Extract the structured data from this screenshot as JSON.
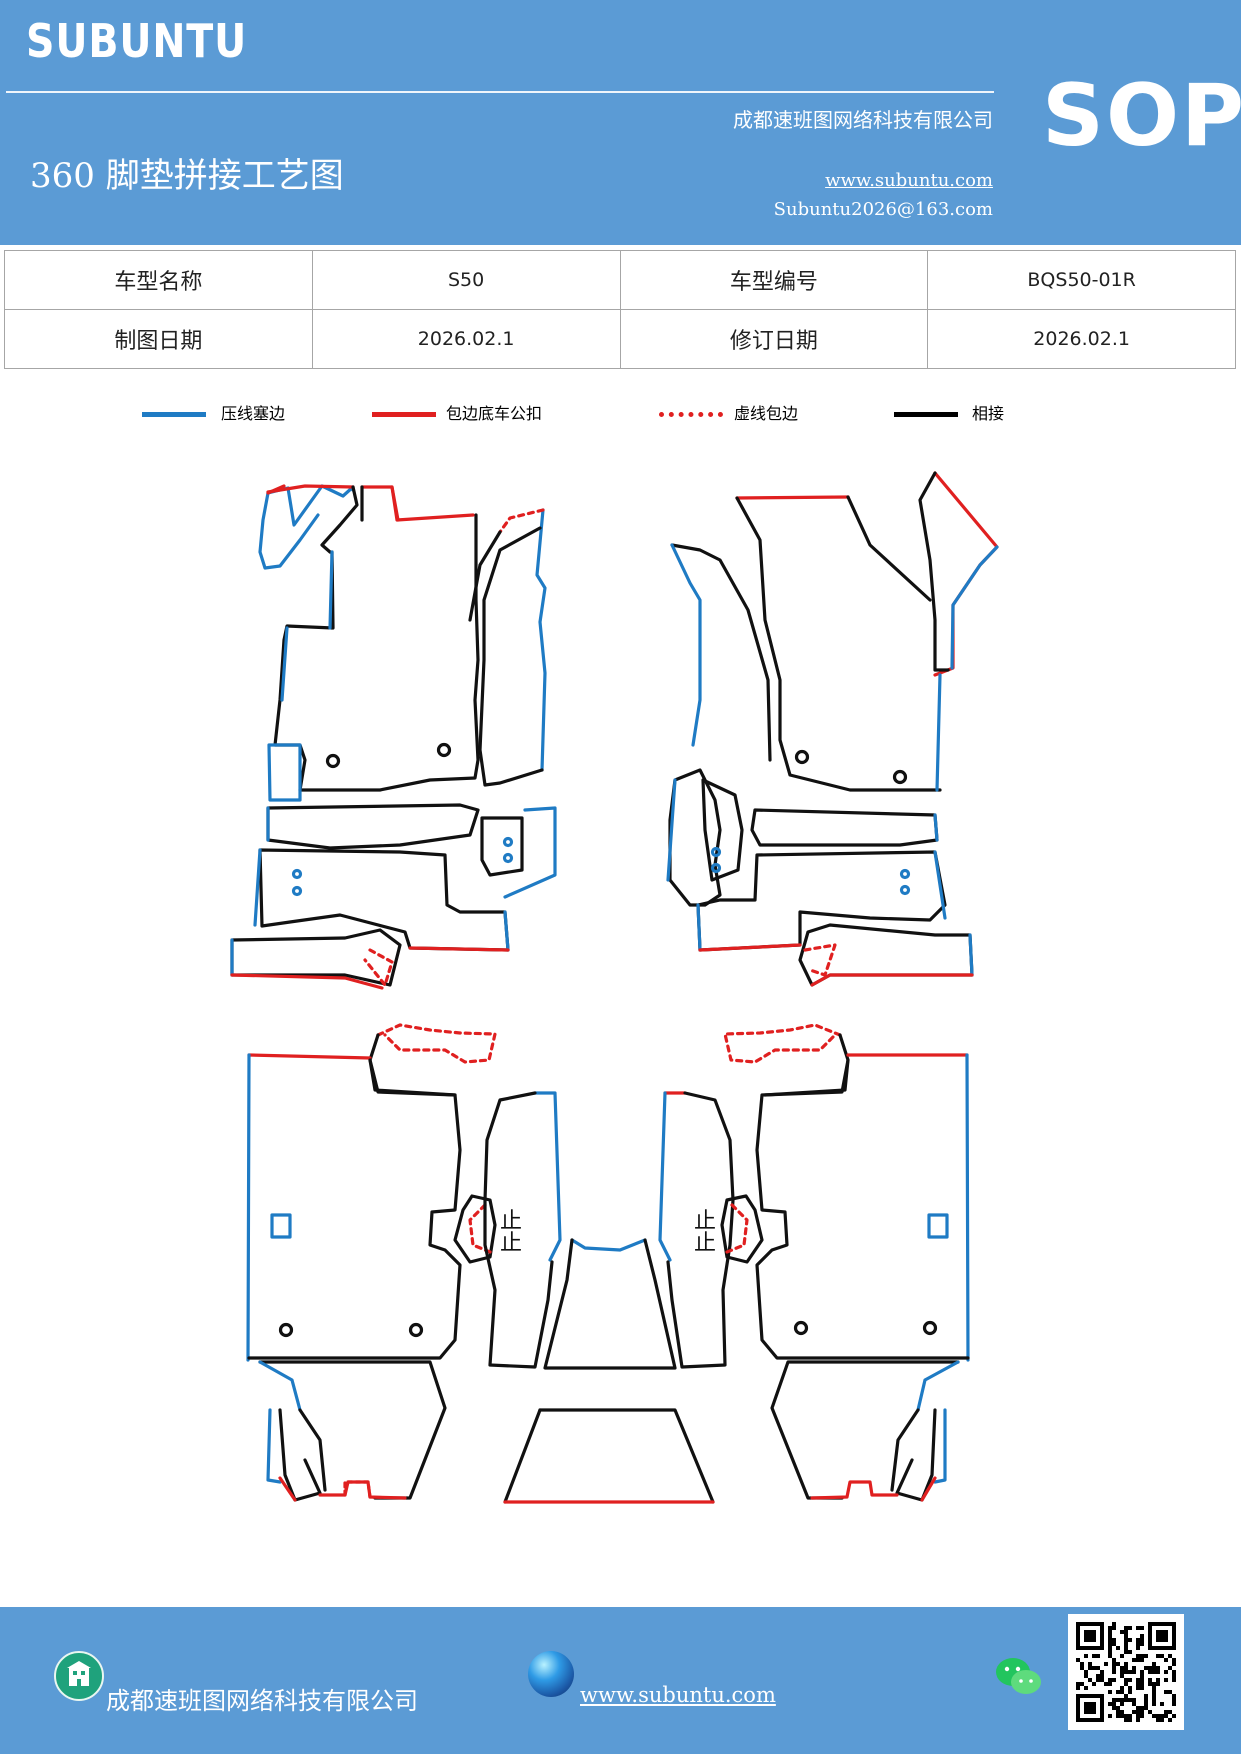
{
  "header": {
    "brand": "SUBUNTU",
    "company": "成都速班图网络科技有限公司",
    "title": "360 脚垫拼接工艺图",
    "url": "www.subuntu.com",
    "email": "Subuntu2026@163.com",
    "badge": "SOP"
  },
  "info_table": {
    "rows": [
      {
        "label1": "车型名称",
        "value1": "S50",
        "label2": "车型编号",
        "value2": "BQS50-01R"
      },
      {
        "label1": "制图日期",
        "value1": "2026.02.1",
        "label2": "修订日期",
        "value2": "2026.02.1"
      }
    ]
  },
  "legend": [
    {
      "label": "压线塞边",
      "color": "#1f7bc4",
      "style": "solid"
    },
    {
      "label": "包边底车公扣",
      "color": "#e02020",
      "style": "solid"
    },
    {
      "label": "虚线包边",
      "color": "#e02020",
      "style": "dotted"
    },
    {
      "label": "相接",
      "color": "#000000",
      "style": "solid"
    }
  ],
  "diagram": {
    "stop_mark": "止",
    "colors": {
      "pressed_edge": "#1f7bc4",
      "binding_edge": "#e02020",
      "joint": "#111111"
    }
  },
  "footer": {
    "company": "成都速班图网络科技有限公司",
    "url": "www.subuntu.com",
    "icons": [
      "building-icon",
      "globe-icon",
      "wechat-icon",
      "qr-code"
    ]
  }
}
